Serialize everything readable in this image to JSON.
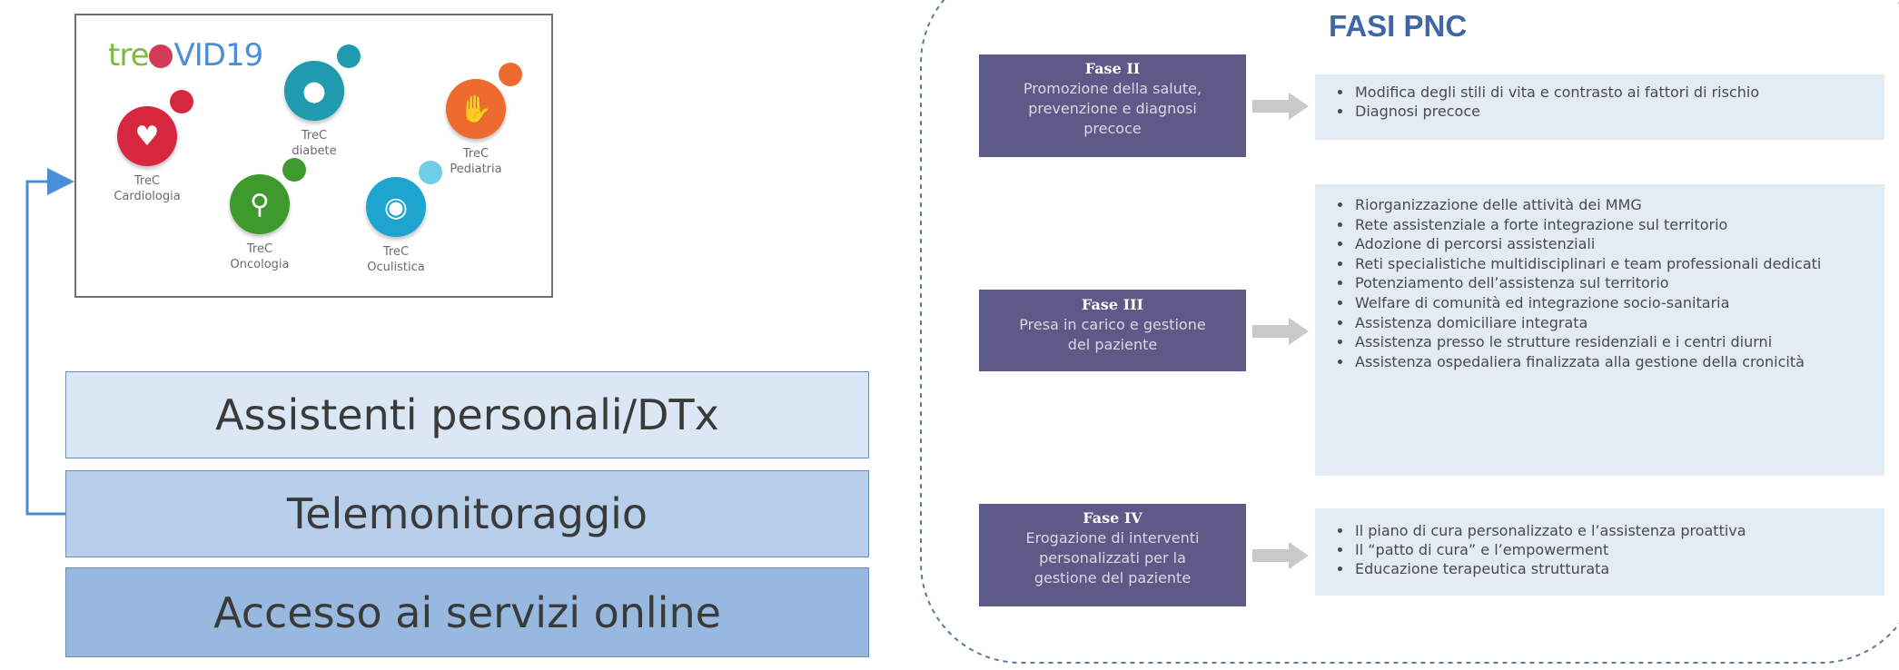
{
  "apps": {
    "logo": {
      "pre": "tre",
      "post": "VID19"
    },
    "items": [
      {
        "line1": "TreC",
        "line2": "Cardiologia",
        "color": "#d8283f",
        "icon": "heart-icon",
        "glyph": "♥"
      },
      {
        "line1": "TreC",
        "line2": "diabete",
        "color": "#1f9aae",
        "icon": "drop-icon",
        "glyph": "●"
      },
      {
        "line1": "TreC",
        "line2": "Oncologia",
        "color": "#3f9a2e",
        "icon": "ribbon-icon",
        "glyph": "⚲"
      },
      {
        "line1": "TreC",
        "line2": "Oculistica",
        "color": "#1ea5cf",
        "icon": "eye-icon",
        "glyph": "◉"
      },
      {
        "line1": "TreC",
        "line2": "Pediatria",
        "color": "#ef6a2e",
        "icon": "hand-icon",
        "glyph": "✋"
      }
    ]
  },
  "bars": [
    {
      "label": "Assistenti personali/DTx"
    },
    {
      "label": "Telemonitoraggio"
    },
    {
      "label": "Accesso ai servizi online"
    }
  ],
  "panel": {
    "title": "FASI PNC",
    "phases": [
      {
        "title": "Fase II",
        "desc": [
          "Promozione della salute,",
          "prevenzione e diagnosi",
          "precoce"
        ],
        "items": [
          "Modifica degli stili di vita e contrasto ai fattori di rischio",
          "Diagnosi precoce"
        ]
      },
      {
        "title": "Fase III",
        "desc": [
          "Presa in carico e gestione",
          "del paziente"
        ],
        "items": [
          "Riorganizzazione delle attività dei MMG",
          "Rete assistenziale a forte integrazione sul territorio",
          "Adozione di percorsi assistenziali",
          "Reti specialistiche multidisciplinari e team professionali dedicati",
          "Potenziamento dell’assistenza sul territorio",
          "Welfare di comunità ed integrazione socio-sanitaria",
          "Assistenza domiciliare integrata",
          "Assistenza presso le strutture residenziali e i centri diurni",
          "Assistenza ospedaliera finalizzata alla gestione della cronicità"
        ]
      },
      {
        "title": "Fase IV",
        "desc": [
          "Erogazione di interventi",
          "personalizzati per la",
          "gestione del paziente"
        ],
        "items": [
          "Il piano di cura personalizzato e l’assistenza proattiva",
          "Il “patto di cura” e l’empowerment",
          "Educazione terapeutica strutturata"
        ]
      }
    ]
  }
}
